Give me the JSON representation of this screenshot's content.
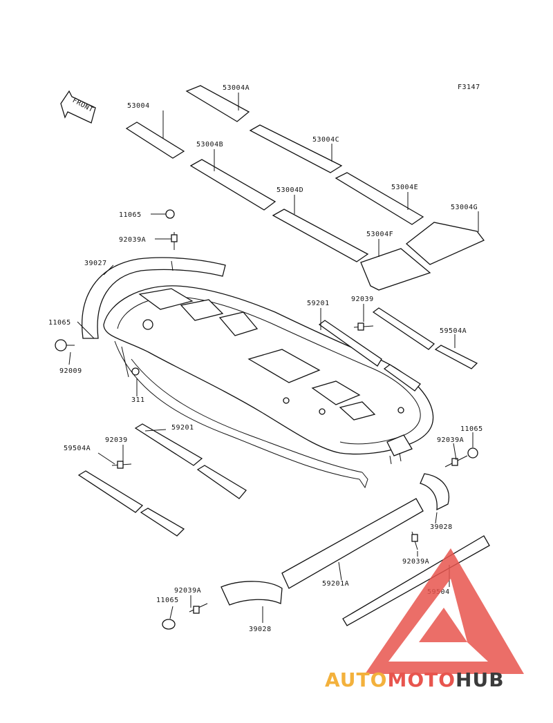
{
  "figure_code": "F3147",
  "front_label": "FRONT",
  "callouts": [
    {
      "id": "c1",
      "text": "53004A"
    },
    {
      "id": "c2",
      "text": "53004"
    },
    {
      "id": "c3",
      "text": "53004C"
    },
    {
      "id": "c4",
      "text": "53004B"
    },
    {
      "id": "c5",
      "text": "53004E"
    },
    {
      "id": "c6",
      "text": "53004D"
    },
    {
      "id": "c7",
      "text": "53004G"
    },
    {
      "id": "c8",
      "text": "53004F"
    },
    {
      "id": "c9",
      "text": "11065"
    },
    {
      "id": "c10",
      "text": "92039A"
    },
    {
      "id": "c11",
      "text": "39027"
    },
    {
      "id": "c12",
      "text": "59201"
    },
    {
      "id": "c13",
      "text": "92039"
    },
    {
      "id": "c14",
      "text": "11065"
    },
    {
      "id": "c15",
      "text": "59504A"
    },
    {
      "id": "c16",
      "text": "92009"
    },
    {
      "id": "c17",
      "text": "311"
    },
    {
      "id": "c18",
      "text": "59201"
    },
    {
      "id": "c19",
      "text": "11065"
    },
    {
      "id": "c20",
      "text": "92039"
    },
    {
      "id": "c21",
      "text": "92039A"
    },
    {
      "id": "c22",
      "text": "59504A"
    },
    {
      "id": "c23",
      "text": "39028"
    },
    {
      "id": "c24",
      "text": "92039A"
    },
    {
      "id": "c25",
      "text": "59201A"
    },
    {
      "id": "c26",
      "text": "59504"
    },
    {
      "id": "c27",
      "text": "92039A"
    },
    {
      "id": "c28",
      "text": "11065"
    },
    {
      "id": "c29",
      "text": "39028"
    }
  ],
  "watermark": {
    "part1": "AUTO",
    "part2": "MOTO",
    "part3": "HUB",
    "color_part1": "#f3b13c",
    "color_part2": "#e8554e",
    "color_part3": "#3b3b3b"
  }
}
